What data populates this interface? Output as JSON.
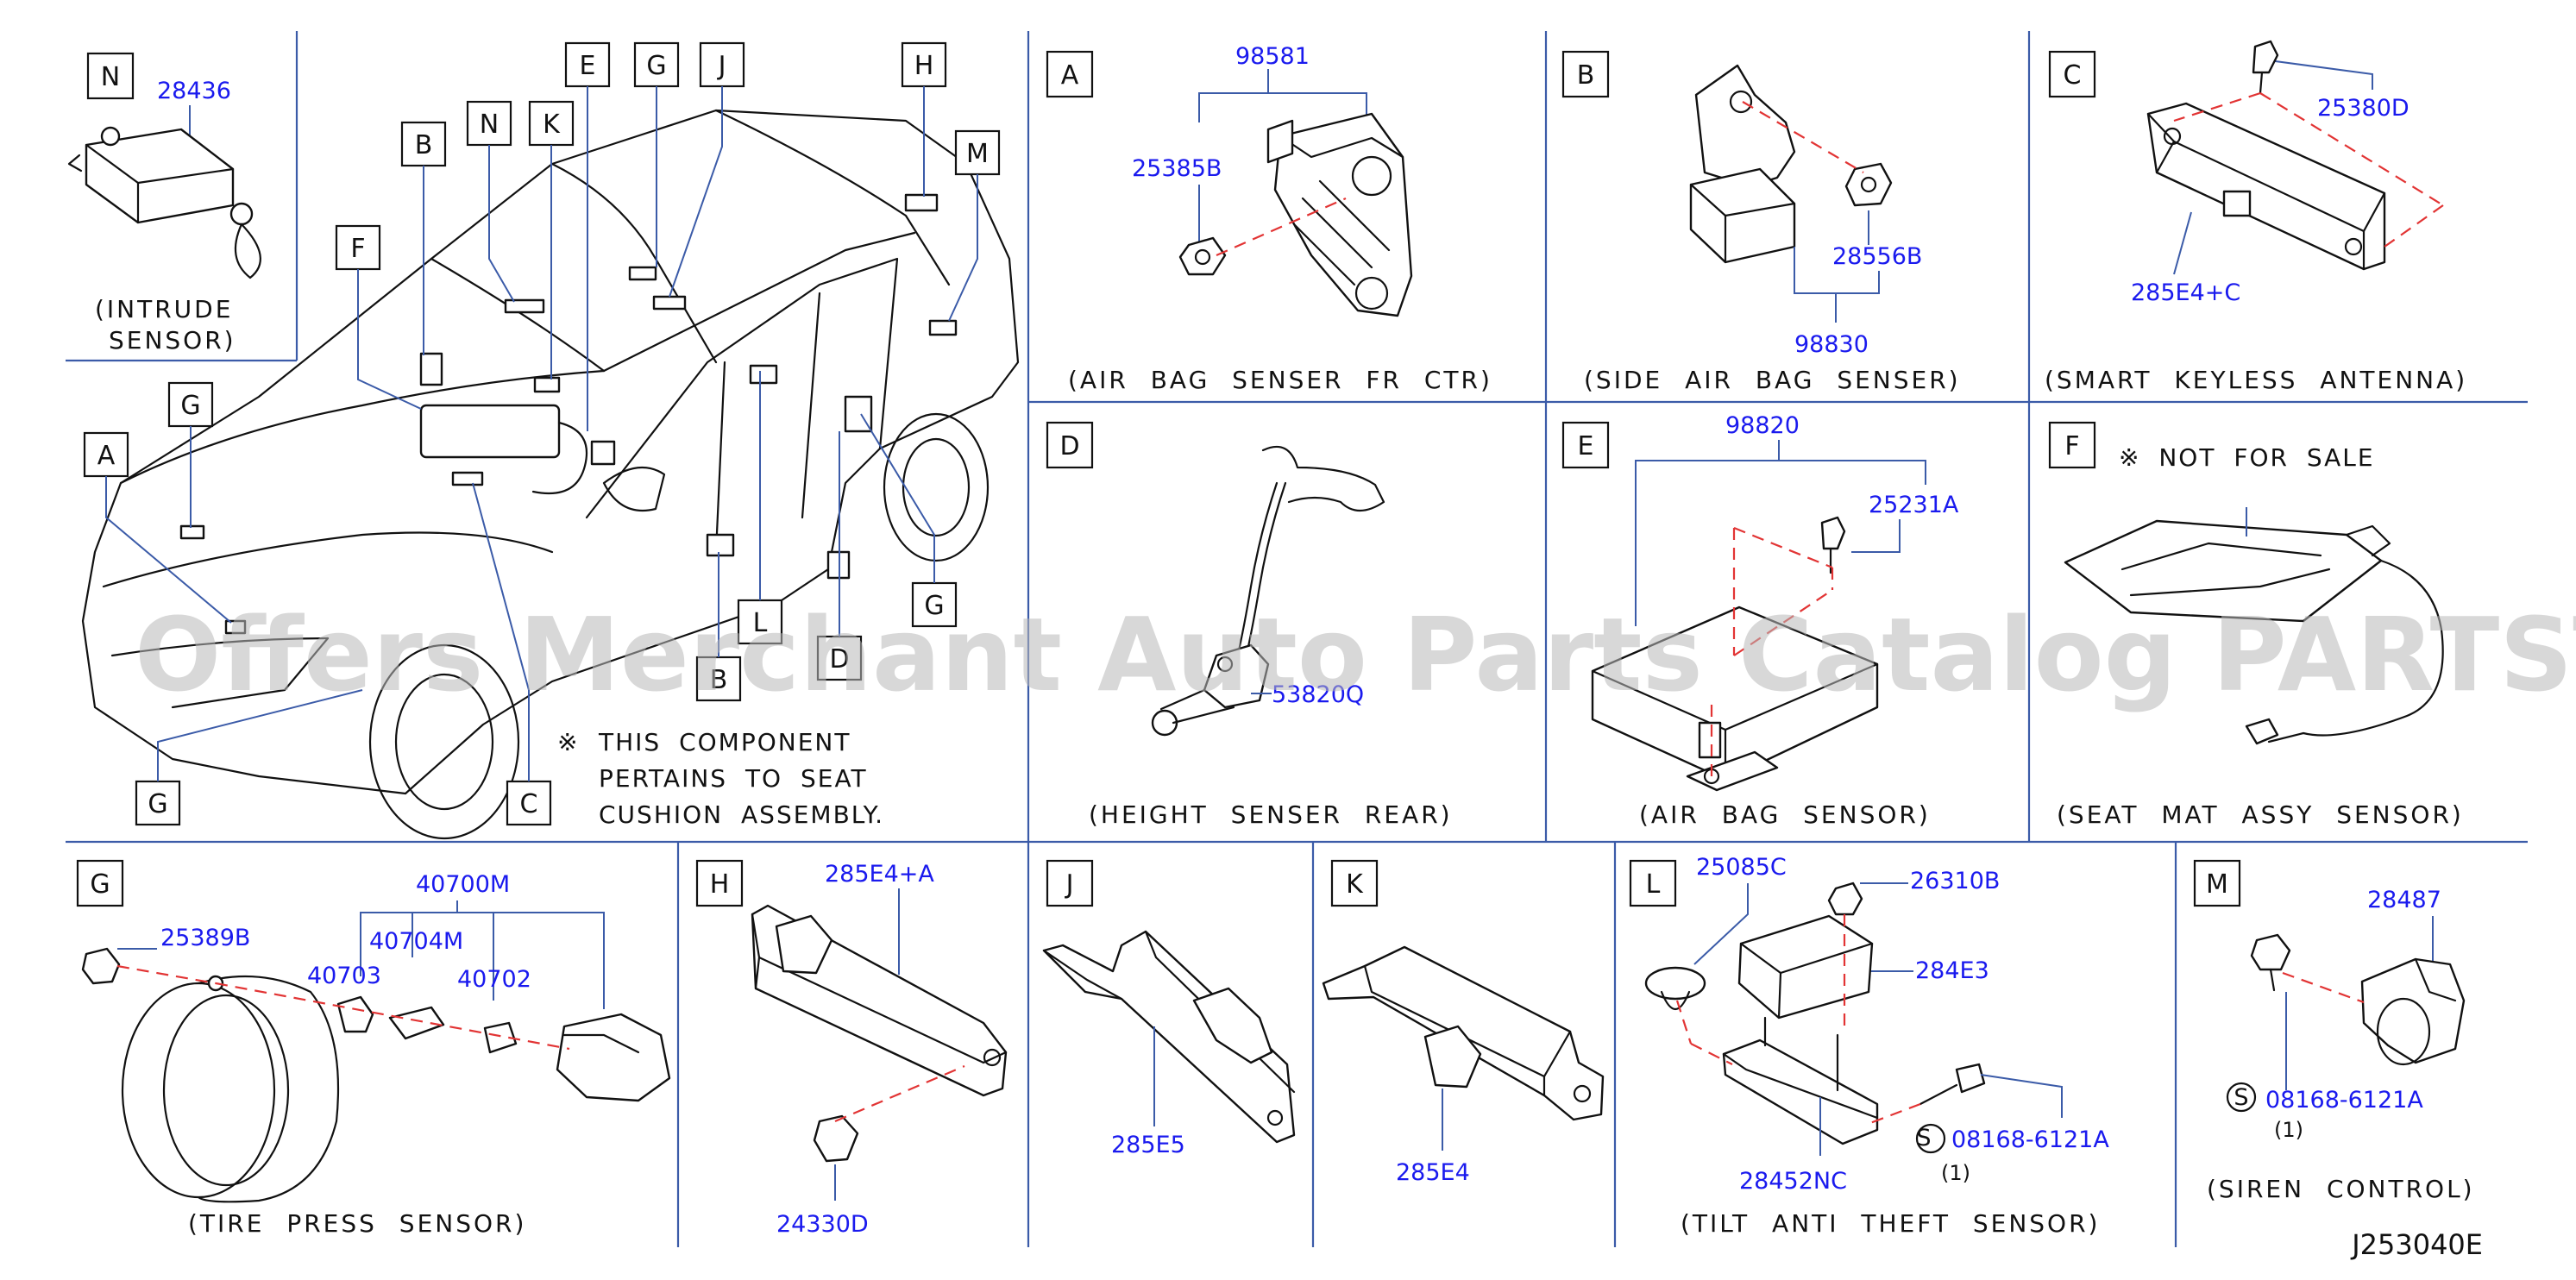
{
  "diagram_id": "J253040E",
  "watermark": "Offers Merchant Auto Parts Catalog PARTSTORE.SA",
  "note": {
    "symbol": "※",
    "lines": [
      "THIS COMPONENT",
      "PERTAINS TO SEAT",
      "CUSHION ASSEMBLY."
    ]
  },
  "overview": {
    "labels": [
      "N",
      "K",
      "E",
      "G",
      "J",
      "H",
      "M",
      "B",
      "F",
      "G",
      "A",
      "L",
      "B",
      "D",
      "G",
      "G",
      "C"
    ]
  },
  "panels": {
    "N": {
      "letter": "N",
      "parts": [
        "28436"
      ],
      "caption": [
        "(INTRUDE",
        "SENSOR)"
      ]
    },
    "A": {
      "letter": "A",
      "parts": [
        "98581",
        "25385B"
      ],
      "caption": "(AIR  BAG  SENSER  FR  CTR)"
    },
    "B": {
      "letter": "B",
      "parts": [
        "28556B",
        "98830"
      ],
      "caption": "(SIDE  AIR  BAG  SENSER)"
    },
    "C": {
      "letter": "C",
      "parts": [
        "25380D",
        "285E4+C"
      ],
      "caption": "(SMART  KEYLESS  ANTENNA)"
    },
    "D": {
      "letter": "D",
      "parts": [
        "53820Q"
      ],
      "caption": "(HEIGHT  SENSER  REAR)"
    },
    "E": {
      "letter": "E",
      "parts": [
        "98820",
        "25231A"
      ],
      "caption": "(AIR  BAG  SENSOR)"
    },
    "F": {
      "letter": "F",
      "parts": [],
      "not_for_sale": "※ NOT  FOR  SALE",
      "caption": "(SEAT  MAT  ASSY  SENSOR)"
    },
    "G": {
      "letter": "G",
      "parts": [
        "40700M",
        "25389B",
        "40704M",
        "40703",
        "40702"
      ],
      "caption": "(TIRE  PRESS  SENSOR)"
    },
    "H": {
      "letter": "H",
      "parts": [
        "285E4+A",
        "24330D"
      ],
      "caption": ""
    },
    "J": {
      "letter": "J",
      "parts": [
        "285E5"
      ],
      "caption": ""
    },
    "K": {
      "letter": "K",
      "parts": [
        "285E4"
      ],
      "caption": ""
    },
    "L": {
      "letter": "L",
      "parts": [
        "25085C",
        "26310B",
        "284E3",
        "08168-6121A",
        "(1)",
        "28452NC"
      ],
      "caption": "(TILT  ANTI  THEFT  SENSOR)",
      "s_mark": "S"
    },
    "M": {
      "letter": "M",
      "parts": [
        "28487",
        "08168-6121A",
        "(1)"
      ],
      "caption": "(SIREN  CONTROL)",
      "s_mark": "S"
    }
  },
  "colors": {
    "part_number": "#1a1aee",
    "divider": "#3b5ba8",
    "dashed": "#e23434",
    "line": "#111111"
  }
}
